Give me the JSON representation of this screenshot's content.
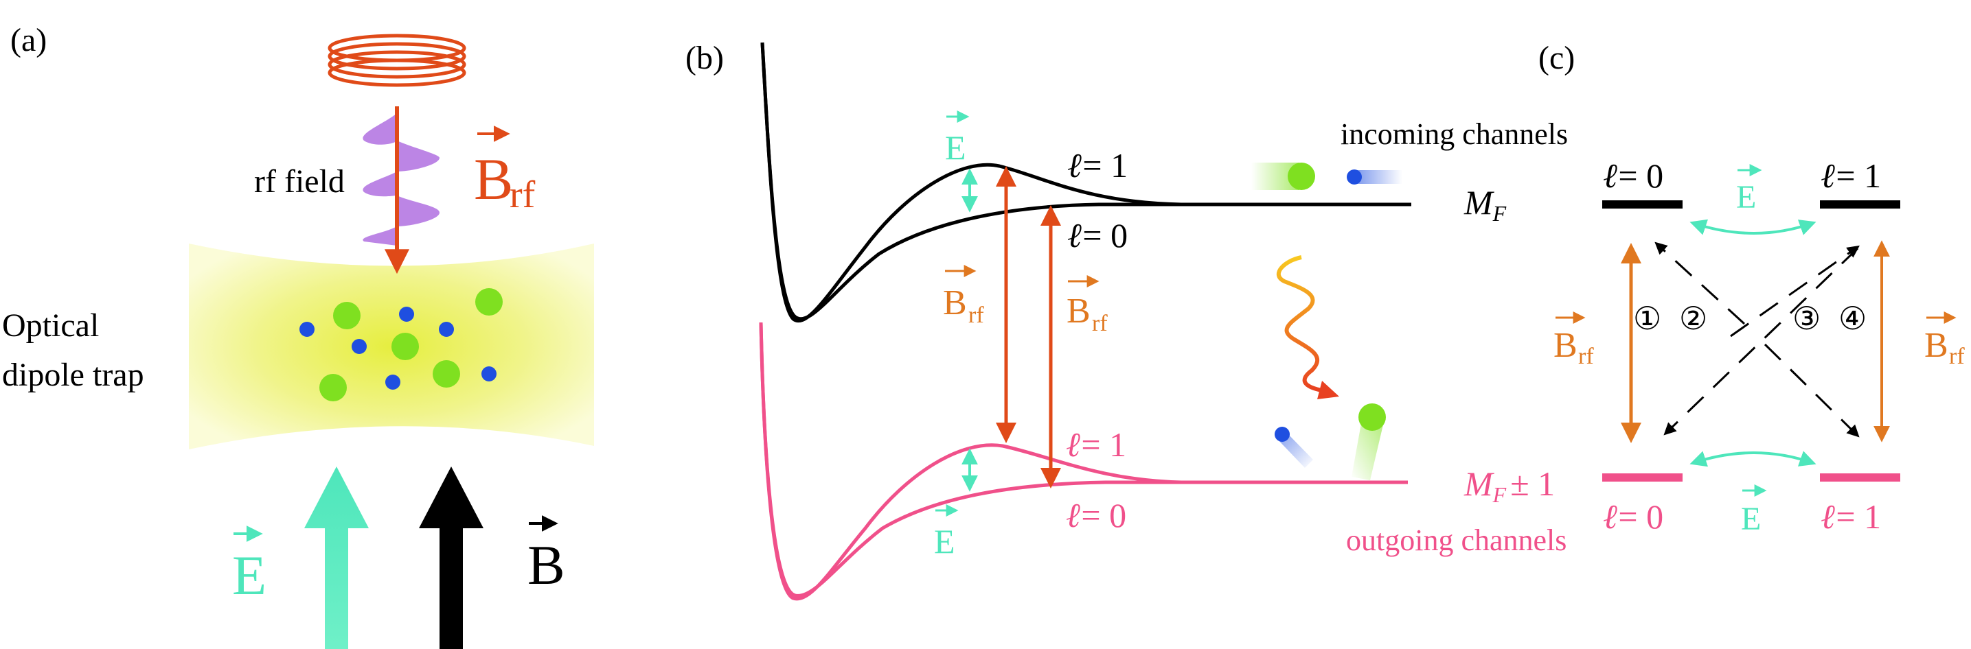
{
  "panels": {
    "a": {
      "label": "(a)",
      "rf_field": "rf field",
      "trap_line1": "Optical",
      "trap_line2": "dipole trap",
      "brf_letter": "B",
      "brf_sub": "rf",
      "e_label": "E",
      "b_label": "B"
    },
    "b": {
      "label": "(b)",
      "ell_symbol": "ℓ",
      "l1_upper": "= 1",
      "l0_upper": "= 0",
      "l1_lower": "= 1",
      "l0_lower": "= 0",
      "e_upper": "E",
      "e_lower": "E",
      "brf_left": "B",
      "brf_left_sub": "rf",
      "brf_right": "B",
      "brf_right_sub": "rf",
      "incoming": "incoming channels",
      "outgoing": "outgoing channels",
      "mf_upper": "M",
      "mf_upper_sub": "F",
      "mf_lower": "M",
      "mf_lower_sub": "F",
      "mf_lower_suffix": "± 1"
    },
    "c": {
      "label": "(c)",
      "ell_symbol": "ℓ",
      "tl": "= 0",
      "tr": "= 1",
      "bl": "= 0",
      "br": "= 1",
      "e_top": "E",
      "e_bottom": "E",
      "brf_left": "B",
      "brf_left_sub": "rf",
      "brf_right": "B",
      "brf_right_sub": "rf",
      "path_labels": [
        "①",
        "②",
        "③",
        "④"
      ]
    }
  },
  "colors": {
    "black": "#000000",
    "pink": "#f0508a",
    "orange": "#e07820",
    "red_orange": "#e04a18",
    "teal": "#5ee8c0",
    "purple": "#b070e0",
    "green": "#7fe020",
    "blue": "#1f4fe0",
    "trap_yellow": "#f2f59a"
  }
}
